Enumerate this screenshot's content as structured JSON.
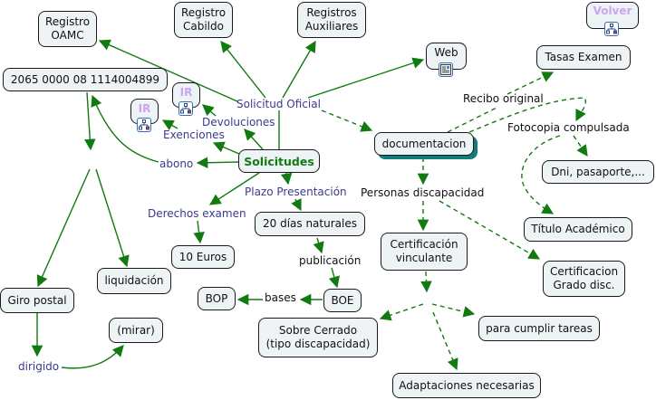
{
  "colors": {
    "line": "#117a11",
    "node_fill": "#eef3f5",
    "link_label": "#3a3a8c",
    "root_text": "#137a13",
    "shadow": "#117c7c",
    "ir_text": "#c9a6f0"
  },
  "nodes": {
    "registro_oamc": "Registro\nOAMC",
    "registro_cabildo": "Registro\nCabildo",
    "registros_auxiliares": "Registros\nAuxiliares",
    "volver": "Volver",
    "web": "Web",
    "tasas_examen": "Tasas Examen",
    "cuenta": "2065 0000 08 1114004899",
    "ir_1": "IR",
    "ir_2": "IR",
    "solicitudes": "Solicitudes",
    "documentacion": "documentacion",
    "dni": "Dni, pasaporte,...",
    "titulo": "Título Académico",
    "certificacion_grado": "Certificacion\nGrado disc.",
    "certificacion_vinculante": "Certificación\nvinculante",
    "veinte_dias": "20 días naturales",
    "diez_euros": "10 Euros",
    "liquidacion": "liquidación",
    "giro_postal": "Giro postal",
    "mirar": "(mirar)",
    "bop": "BOP",
    "boe": "BOE",
    "sobre_cerrado": "Sobre Cerrado\n(tipo discapacidad)",
    "para_cumplir": "para cumplir tareas",
    "adaptaciones": "Adaptaciones necesarias"
  },
  "link_labels": {
    "solicitud_oficial": "Solicitud Oficial",
    "devoluciones": "Devoluciones",
    "exenciones": "Exenciones",
    "abono": "abono",
    "plazo_presentacion": "Plazo Presentación",
    "derechos_examen": "Derechos examen",
    "publicacion": "publicación",
    "bases": "bases",
    "dirigido": "dirigido",
    "recibo_original": "Recibo original",
    "fotocopia_compulsada": "Fotocopia compulsada",
    "personas_discapacidad": "Personas discapacidad"
  },
  "icons": {
    "ir_1": "concept-map-icon",
    "ir_2": "concept-map-icon",
    "volver": "concept-map-icon",
    "web": "web-page-icon"
  }
}
